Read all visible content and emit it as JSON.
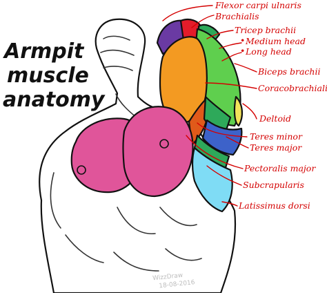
{
  "title": {
    "line1": "Armpit",
    "line2": "muscle",
    "line3": "anatomy"
  },
  "labels": [
    "Flexor carpi ulnaris",
    "Brachialis",
    "Tricep brachii",
    "Medium head",
    "Long head",
    "Biceps brachii",
    "Coracobrachialis",
    "Deltoid",
    "Teres minor",
    "Teres major",
    "Pectoralis major",
    "Subcrapularis",
    "Latissimus dorsi"
  ],
  "signature": "WizzDraw",
  "signature_date": "18-08-2016",
  "colors": {
    "label_red": "#d40000",
    "pectoralis": "#e0559a",
    "biceps": "#f39a22",
    "triceps_green": "#5fcf4e",
    "latissimus": "#7fdcf5",
    "teres_major": "#3d62c9",
    "teres_minor": "#2ea95a",
    "deltoid_yellow": "#f2e25a",
    "brachialis": "#e31c2a",
    "flexor": "#6a3aa3"
  }
}
